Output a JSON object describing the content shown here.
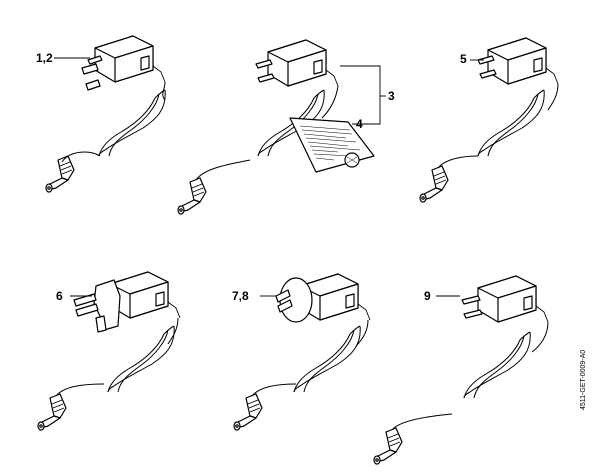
{
  "labels": {
    "a": "1,2",
    "b": "3",
    "c": "4",
    "d": "5",
    "e": "6",
    "f": "7,8",
    "g": "9"
  },
  "code": "4511-GET-0009-A0"
}
